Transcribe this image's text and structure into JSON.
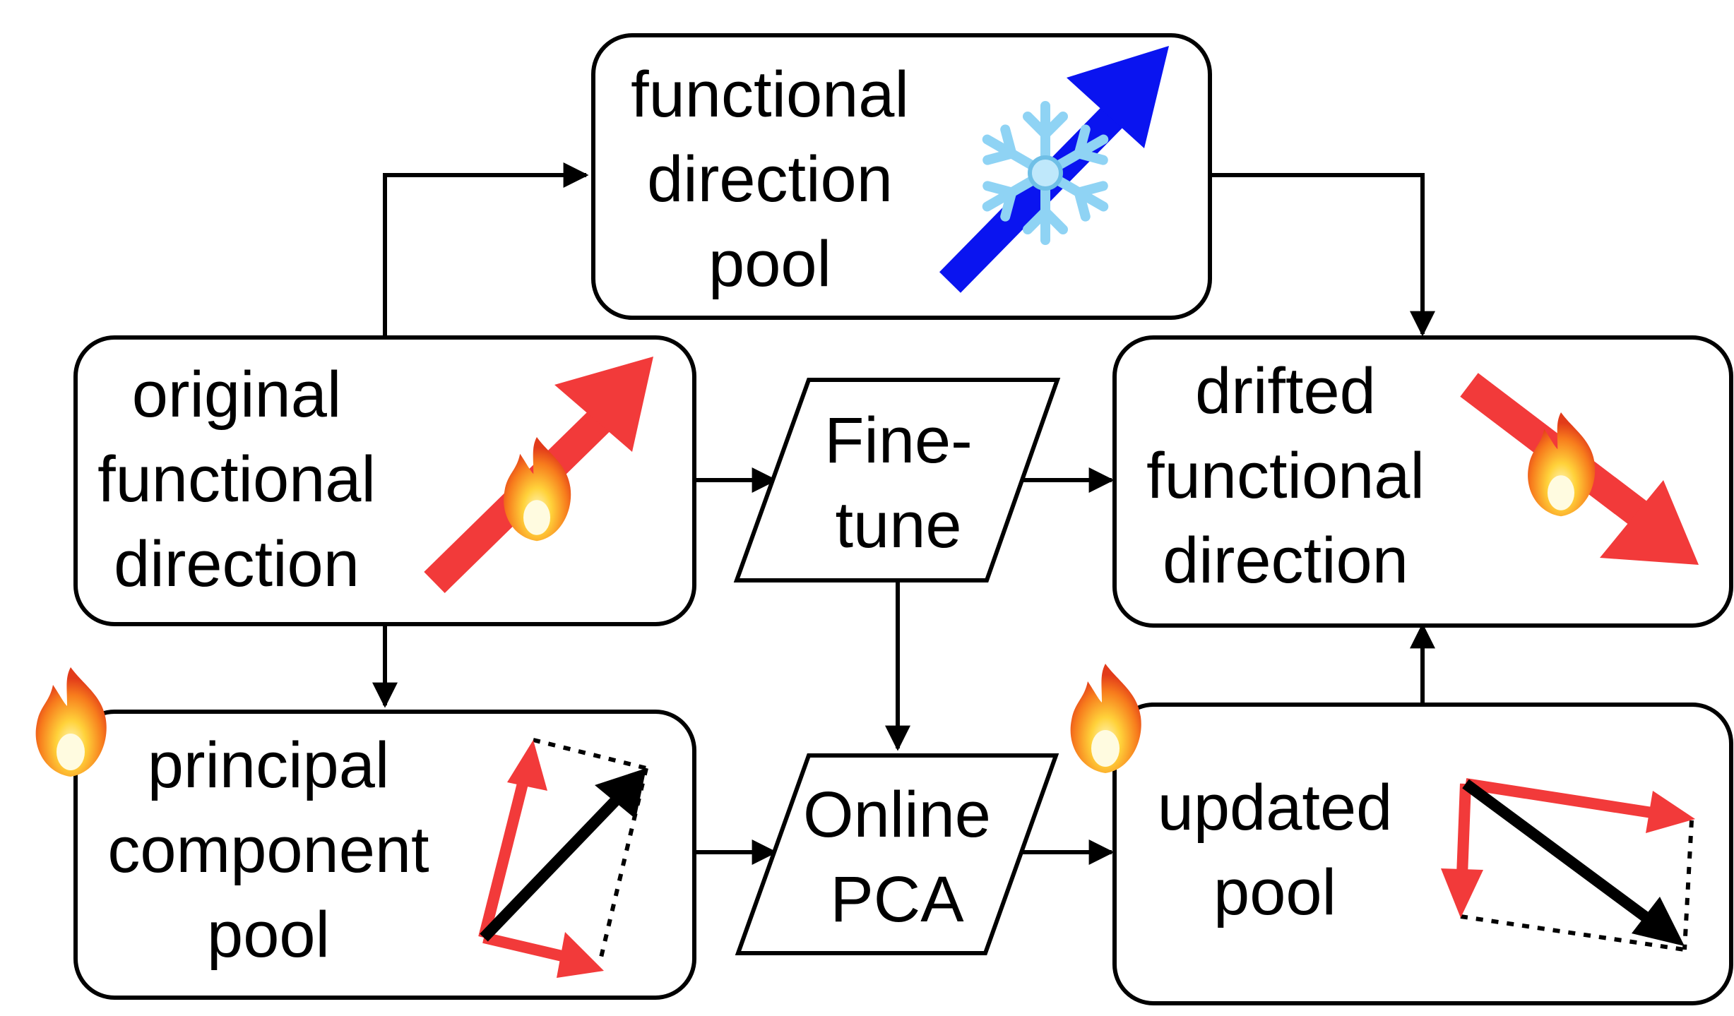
{
  "nodes": {
    "functional_direction_pool": {
      "lines": [
        "functional",
        "direction",
        "pool"
      ]
    },
    "original_functional_direction": {
      "lines": [
        "original",
        "functional",
        "direction"
      ]
    },
    "fine_tune": {
      "lines": [
        "Fine-",
        "tune"
      ]
    },
    "drifted_functional_direction": {
      "lines": [
        "drifted",
        "functional",
        "direction"
      ]
    },
    "principal_component_pool": {
      "lines": [
        "principal",
        "component",
        "pool"
      ]
    },
    "online_pca": {
      "lines": [
        "Online",
        "PCA"
      ]
    },
    "updated_pool": {
      "lines": [
        "updated",
        "pool"
      ]
    }
  },
  "icons": {
    "frozen": "snowflake-icon",
    "trainable": "fire-icon"
  },
  "colors": {
    "frozen_arrow": "#0a14f0",
    "trainable_arrow": "#f23a3a",
    "snowflake": "#8fd3f4",
    "flame_outer": "#f25a1f",
    "flame_inner": "#ffd23a",
    "outline": "#000000"
  }
}
